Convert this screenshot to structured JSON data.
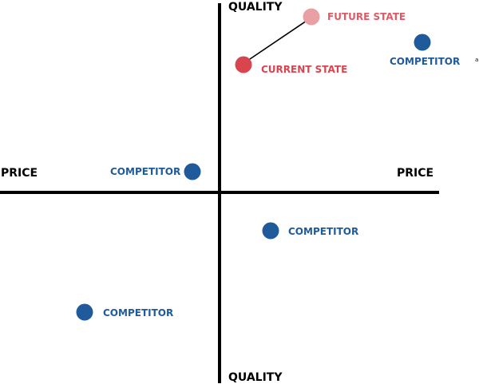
{
  "colors": {
    "axis": "#000000",
    "competitor": "#1f5a9a",
    "current_state": "#d9454f",
    "future_state": "#e9a0a4",
    "future_state_text": "#e05a66",
    "connector": "#000000"
  },
  "axes": {
    "top_label": "QUALITY",
    "bottom_label": "QUALITY",
    "left_label": "PRICE",
    "right_label": "PRICE"
  },
  "points": {
    "future_state": {
      "label": "FUTURE STATE"
    },
    "current_state": {
      "label": "CURRENT STATE"
    },
    "competitor_top_right": {
      "label": "COMPETITOR"
    },
    "competitor_left": {
      "label": "COMPETITOR"
    },
    "competitor_center": {
      "label": "COMPETITOR"
    },
    "competitor_bottom_left": {
      "label": "COMPETITOR"
    }
  },
  "edge_mark": "a",
  "connectors": [
    {
      "from": "current_state",
      "to": "future_state"
    }
  ]
}
